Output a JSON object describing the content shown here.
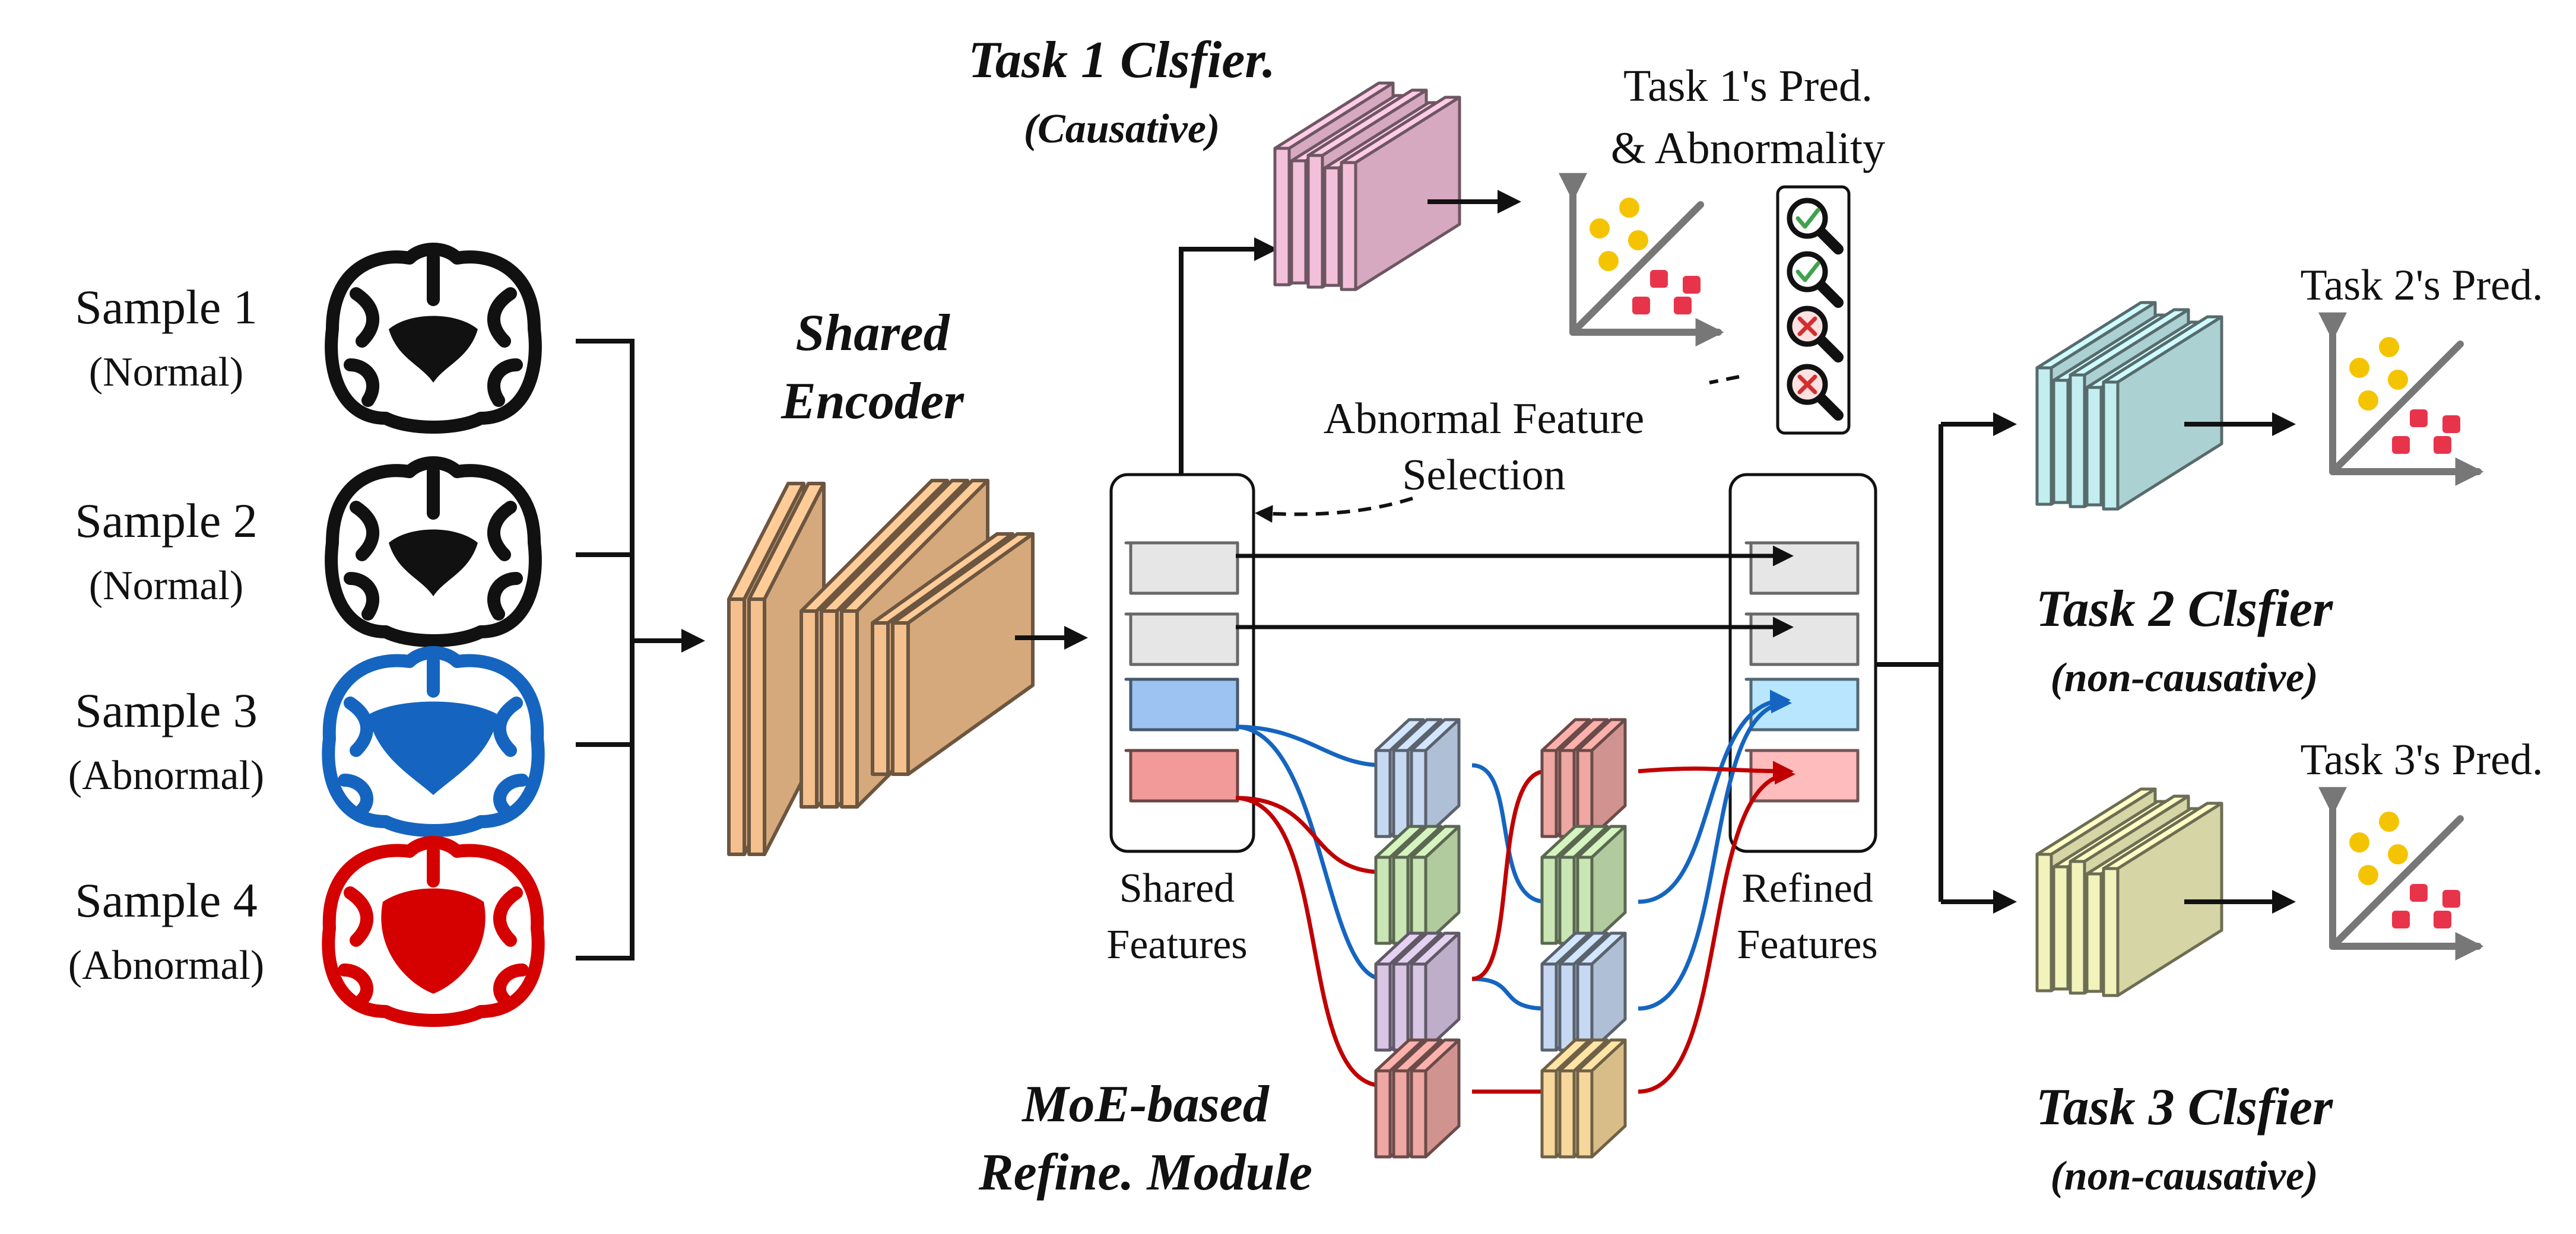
{
  "samples": [
    {
      "name": "Sample 1",
      "status": "(Normal)",
      "color": "#111111"
    },
    {
      "name": "Sample 2",
      "status": "(Normal)",
      "color": "#111111"
    },
    {
      "name": "Sample 3",
      "status": "(Abnormal)",
      "color": "#1565c0"
    },
    {
      "name": "Sample 4",
      "status": "(Abnormal)",
      "color": "#d50000"
    }
  ],
  "encoder": {
    "line1": "Shared",
    "line2": "Encoder",
    "color": "#f3c08e"
  },
  "task1": {
    "title": "Task 1 Clsfier.",
    "subtitle": "(Causative)",
    "pred_line1": "Task 1's Pred.",
    "pred_line2": "& Abnormality",
    "color": "#f3c0da"
  },
  "task2": {
    "title": "Task 2 Clsfier",
    "subtitle": "(non-causative)",
    "pred": "Task 2's Pred.",
    "color": "#c2eef0"
  },
  "task3": {
    "title": "Task 3 Clsfier",
    "subtitle": "(non-causative)",
    "pred": "Task 3's Pred.",
    "color": "#f2f2bb"
  },
  "shared_features": {
    "line1": "Shared",
    "line2": "Features"
  },
  "refined_features": {
    "line1": "Refined",
    "line2": "Features"
  },
  "selection": {
    "line1": "Abnormal Feature",
    "line2": "Selection"
  },
  "moe": {
    "line1": "MoE-based",
    "line2": "Refine. Module"
  },
  "colors": {
    "normal_feature": "#e6e6e6",
    "blue_feature": "#9cc3f2",
    "red_feature": "#f29a9a",
    "expert_blue": "#c7d9f2",
    "expert_green": "#c9e6b4",
    "expert_purple": "#d8c6e4",
    "expert_red": "#eea7a2",
    "expert_orange": "#f7d79c",
    "scatter_yellow": "#f5c400",
    "scatter_red": "#e8344a"
  },
  "icons": [
    "brain-icon",
    "check-magnifier-icon",
    "cross-magnifier-icon",
    "scatter-plot-icon",
    "arrow-icon"
  ]
}
